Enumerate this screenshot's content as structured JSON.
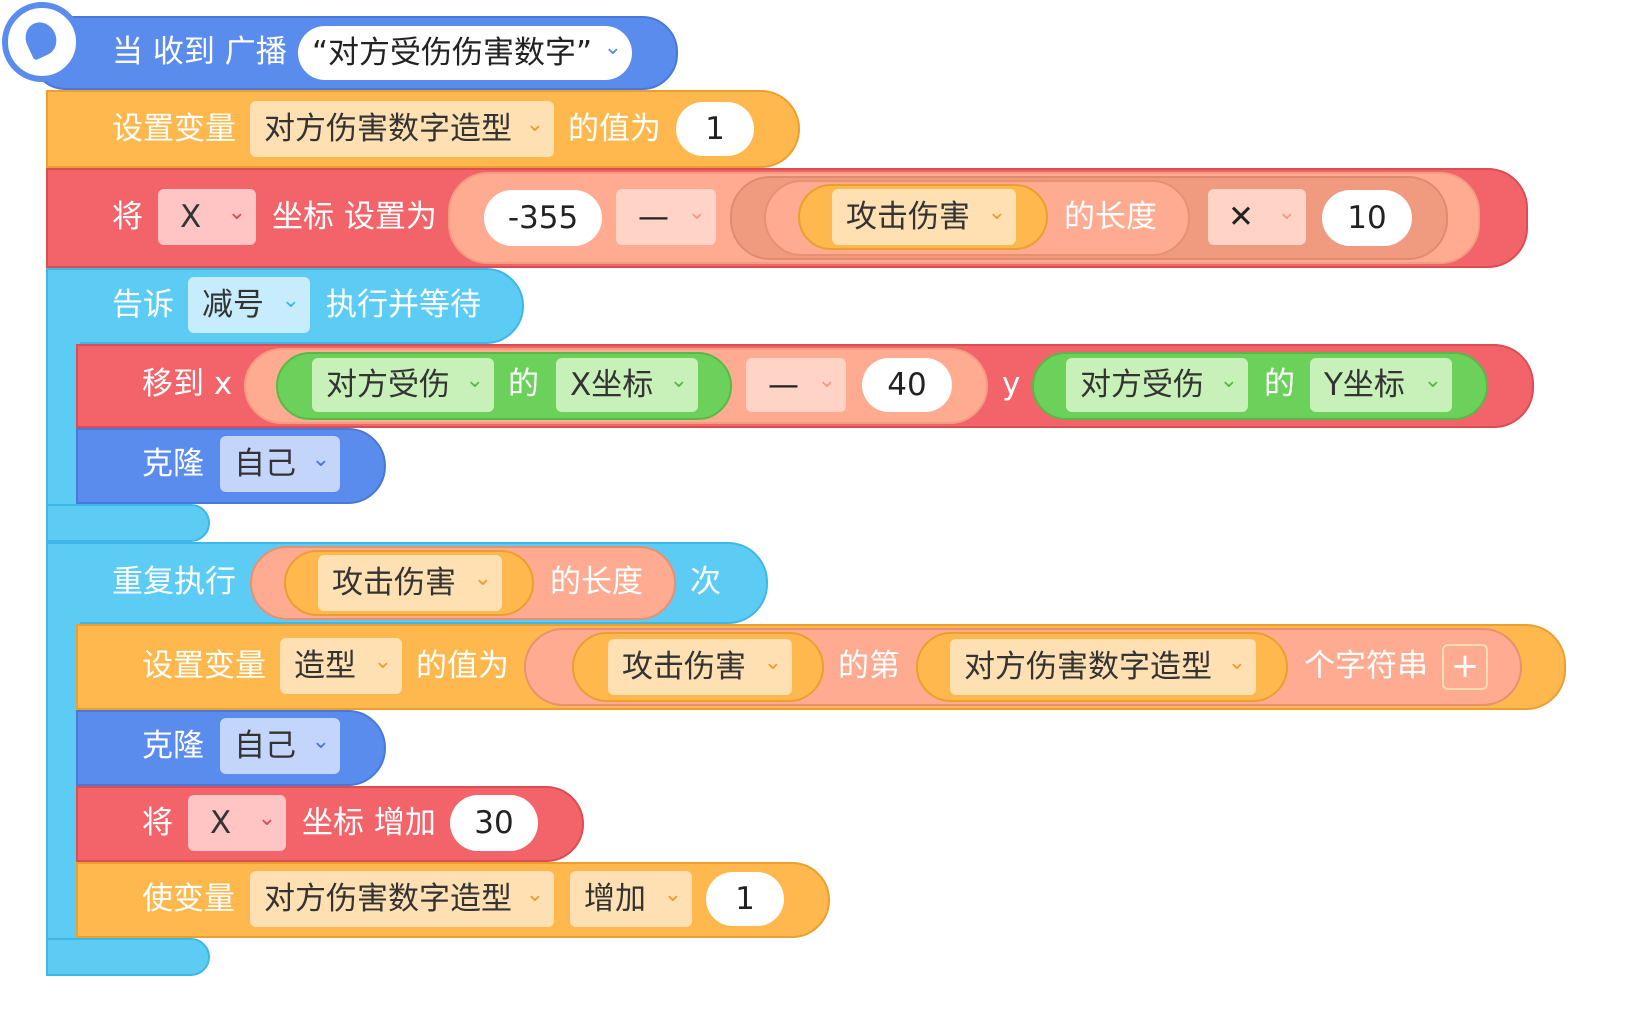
{
  "colors": {
    "events": "#5a8cee",
    "data": "#ffb84d",
    "motion": "#f2646a",
    "control": "#5dccf5",
    "sensing": "#6cd15a",
    "operator": "#ffab91"
  },
  "hat": {
    "label": "当 收到 广播",
    "message": "“对方受伤伤害数字”"
  },
  "set_var_1": {
    "label": "设置变量",
    "var": "对方伤害数字造型",
    "to": "的值为",
    "value": "1"
  },
  "set_x": {
    "label": "将",
    "axis": "X",
    "suffix": "坐标 设置为",
    "left": "-355",
    "op": "—",
    "list": "攻击伤害",
    "len": "的长度",
    "op2": "✕",
    "right": "10"
  },
  "tell": {
    "label": "告诉",
    "sprite": "减号",
    "suffix": "执行并等待"
  },
  "goto": {
    "label": "移到 x",
    "obj1": "对方受伤",
    "of1": "的",
    "prop1": "X坐标",
    "op": "—",
    "num": "40",
    "ylabel": "y",
    "obj2": "对方受伤",
    "of2": "的",
    "prop2": "Y坐标"
  },
  "clone_1": {
    "label": "克隆",
    "target": "自己"
  },
  "repeat": {
    "label": "重复执行",
    "list": "攻击伤害",
    "len": "的长度",
    "times": "次"
  },
  "set_var_2": {
    "label": "设置变量",
    "var": "造型",
    "to": "的值为",
    "list": "攻击伤害",
    "nth": "的第",
    "index": "对方伤害数字造型",
    "suffix": "个字符串",
    "plus": "+"
  },
  "clone_2": {
    "label": "克隆",
    "target": "自己"
  },
  "change_x": {
    "label": "将",
    "axis": "X",
    "suffix": "坐标 增加",
    "value": "30"
  },
  "change_var": {
    "label": "使变量",
    "var": "对方伤害数字造型",
    "op": "增加",
    "value": "1"
  },
  "chevron": "⌄"
}
